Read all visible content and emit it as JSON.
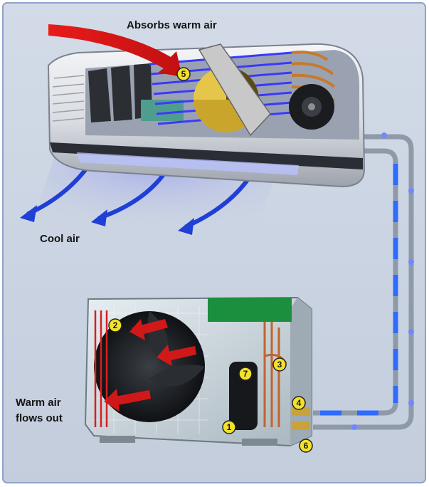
{
  "labels": {
    "absorbs": "Absorbs warm air",
    "cool_air": "Cool air",
    "warm_out_line1": "Warm air",
    "warm_out_line2": "flows out"
  },
  "markers": [
    "1",
    "2",
    "3",
    "4",
    "5",
    "6",
    "7"
  ],
  "colors": {
    "background": "#c9d2e0",
    "cool_arrow": "#1f3fd6",
    "warm_arrow": "#e01818",
    "marker": "#f3e22a",
    "pipe": "#8e9aa8"
  }
}
